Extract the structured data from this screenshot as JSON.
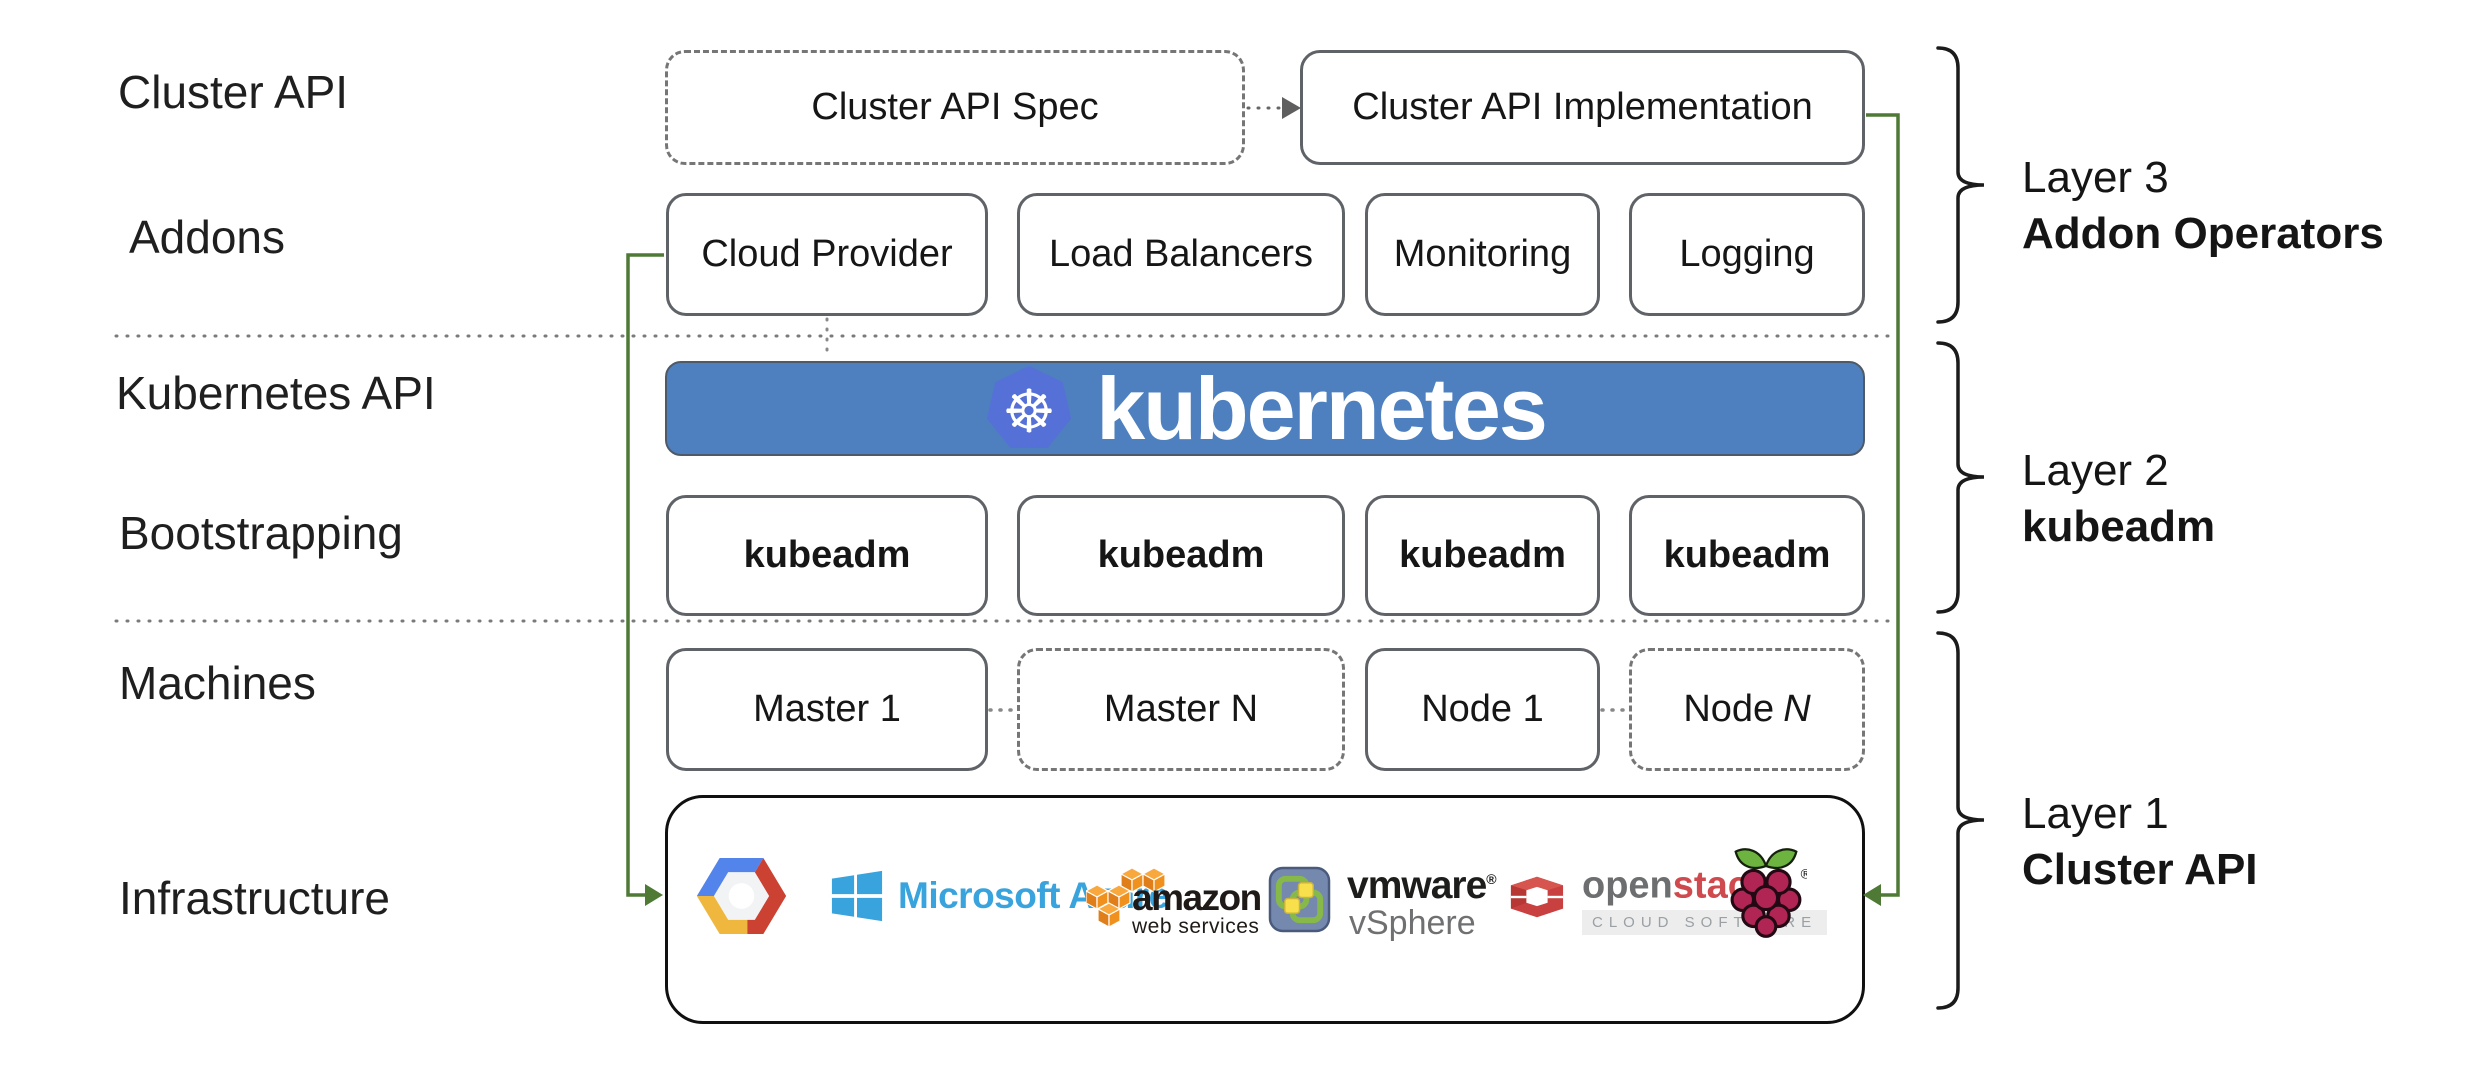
{
  "left_labels": {
    "cluster_api": "Cluster API",
    "addons": "Addons",
    "kubernetes_api": "Kubernetes API",
    "bootstrapping": "Bootstrapping",
    "machines": "Machines",
    "infrastructure": "Infrastructure"
  },
  "cluster_api_row": {
    "spec": "Cluster API Spec",
    "implementation": "Cluster API Implementation"
  },
  "addons_row": {
    "items": [
      "Cloud Provider",
      "Load Balancers",
      "Monitoring",
      "Logging"
    ]
  },
  "kubernetes_banner": {
    "wordmark": "kubernetes",
    "logo_glyph": "☸"
  },
  "bootstrapping_row": {
    "items": [
      "kubeadm",
      "kubeadm",
      "kubeadm",
      "kubeadm"
    ]
  },
  "machines_row": {
    "master_1": "Master 1",
    "master_n": "Master N",
    "node_1": "Node 1",
    "node_n_prefix": "Node",
    "node_n_italic": "N"
  },
  "infrastructure_row": {
    "azure_label": "Microsoft Azure",
    "aws_label_line1": "amazon",
    "aws_label_line2": "web services",
    "vmware_label_line1": "vmware",
    "vmware_reg": "®",
    "vmware_label_line2": "vSphere",
    "openstack_label_open": "open",
    "openstack_label_stack": "stack",
    "openstack_tm": "™",
    "openstack_subtitle": "CLOUD SOFTWARE",
    "raspberry_reg": "®"
  },
  "layer_labels": [
    {
      "line1": "Layer 3",
      "line2": "Addon Operators"
    },
    {
      "line1": "Layer 2",
      "line2": "kubeadm"
    },
    {
      "line1": "Layer 1",
      "line2": "Cluster API"
    }
  ],
  "icons": {
    "kubernetes": "kubernetes-wheel-logo",
    "gcp": "google-cloud-platform-logo",
    "azure": "microsoft-azure-logo",
    "aws": "amazon-web-services-logo",
    "vmware": "vmware-vsphere-logo",
    "openstack": "openstack-logo",
    "raspberry_pi": "raspberry-pi-logo"
  },
  "colors": {
    "banner_blue": "#4e80bf",
    "k8s_logo_blue": "#5570d6",
    "arrow_green": "#4e7a35",
    "azure_blue": "#38a3dd",
    "aws_orange": "#f0911e",
    "aws_orange_dark": "#e07f1a",
    "aws_orange_light": "#f9a83d",
    "openstack_red": "#c8403f",
    "raspberry_crimson": "#b02553",
    "raspberry_green": "#6cb33f",
    "gcp_blue": "#5384ec",
    "gcp_red": "#cc4232",
    "gcp_yellow": "#efb73e",
    "box_border_gray": "#5f6368",
    "text_black": "#1c1c1c"
  }
}
